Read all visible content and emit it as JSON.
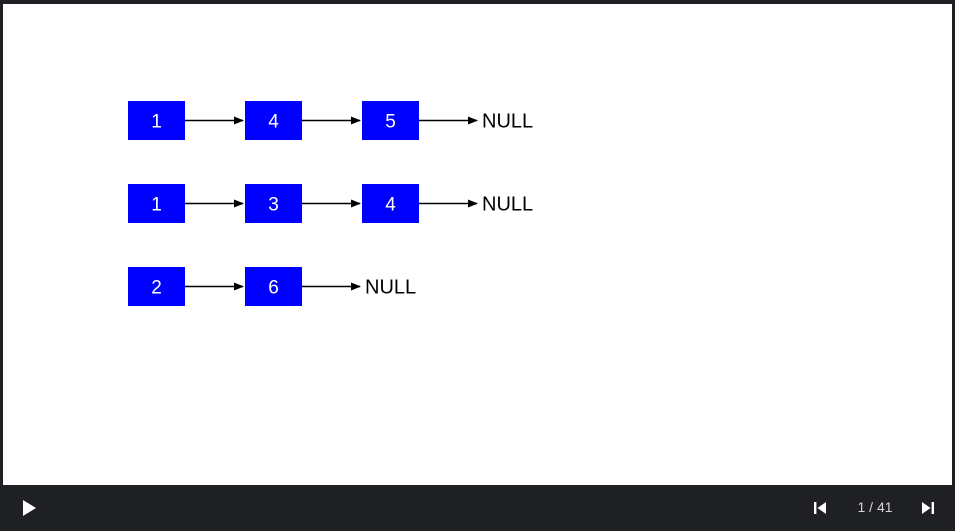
{
  "slide": {
    "lists": [
      {
        "nodes": [
          "1",
          "4",
          "5"
        ],
        "terminator": "NULL"
      },
      {
        "nodes": [
          "1",
          "3",
          "4"
        ],
        "terminator": "NULL"
      },
      {
        "nodes": [
          "2",
          "6"
        ],
        "terminator": "NULL"
      }
    ],
    "colors": {
      "node_fill": "#0000ff",
      "node_text": "#ffffff",
      "arrow": "#000000"
    }
  },
  "controls": {
    "play_icon": "play-icon",
    "prev_icon": "skip-previous-icon",
    "next_icon": "skip-next-icon",
    "counter": "1 / 41"
  }
}
